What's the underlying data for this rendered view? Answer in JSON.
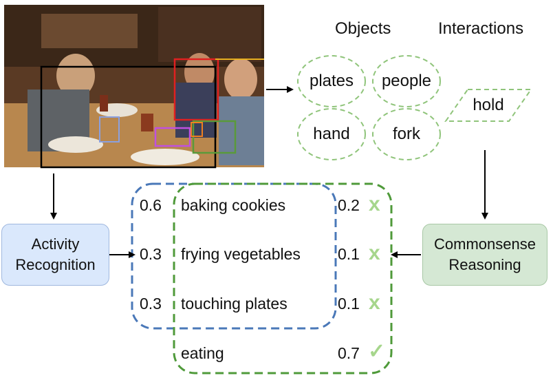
{
  "headers": {
    "objects": "Objects",
    "interactions": "Interactions"
  },
  "objects": [
    "plates",
    "people",
    "hand",
    "fork"
  ],
  "interaction": "hold",
  "boxes": {
    "activity_recognition": {
      "line1": "Activity",
      "line2": "Recognition"
    },
    "commonsense_reasoning": {
      "line1": "Commonsense",
      "line2": "Reasoning"
    }
  },
  "candidates": [
    {
      "label": "baking cookies",
      "recognition_score": "0.6",
      "commonsense_score": "0.2",
      "mark": "x"
    },
    {
      "label": "frying vegetables",
      "recognition_score": "0.3",
      "commonsense_score": "0.1",
      "mark": "x"
    },
    {
      "label": "touching plates",
      "recognition_score": "0.3",
      "commonsense_score": "0.1",
      "mark": "x"
    },
    {
      "label": "eating",
      "recognition_score": "",
      "commonsense_score": "0.7",
      "mark": "✓"
    }
  ],
  "colors": {
    "blue_dashed": "#4a78b8",
    "green_dashed": "#4f9a3a",
    "light_green_dashed": "#8fc47a",
    "mark_green": "#a6d68c",
    "activity_box_fill": "#dae8fc",
    "commonsense_box_fill": "#d5e8d4"
  }
}
